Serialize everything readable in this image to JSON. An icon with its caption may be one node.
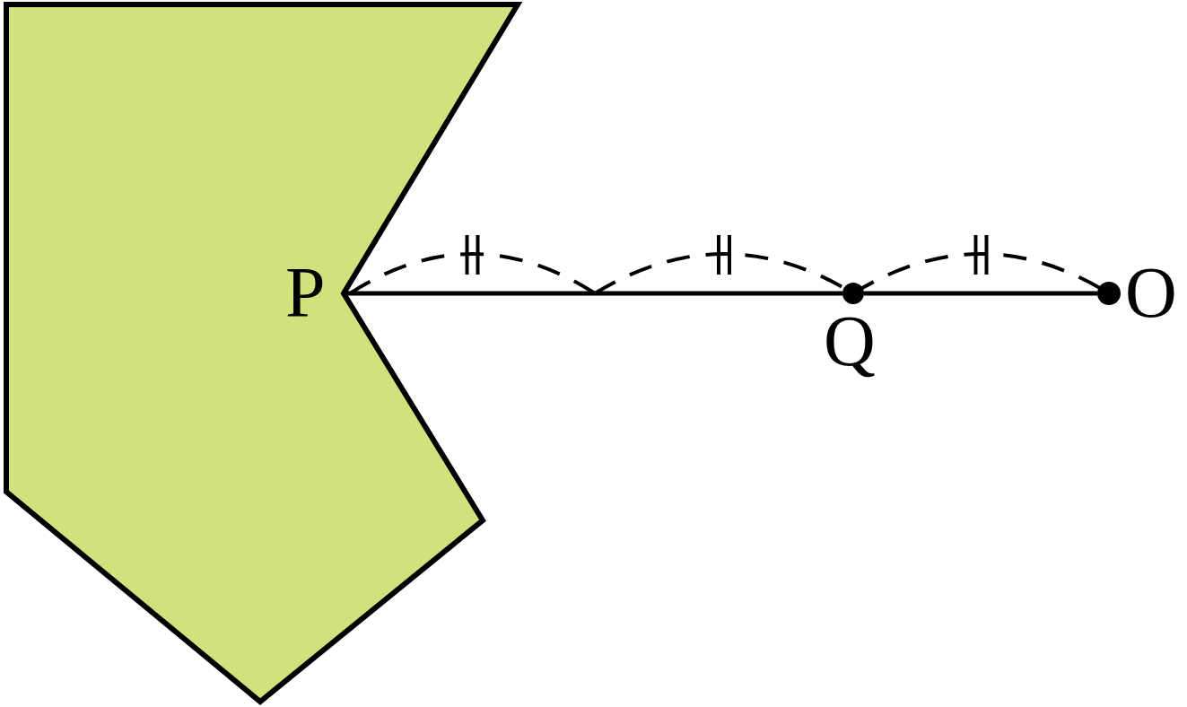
{
  "diagram": {
    "nodes": [
      {
        "text": [
          "P"
        ]
      },
      {
        "text": [],
        "shape": "circle",
        "beside": [
          "Q"
        ]
      },
      {
        "text": [],
        "shape": "circle",
        "beside": [
          "O"
        ]
      }
    ],
    "edges": [
      {
        "from": 0,
        "to": 1,
        "arrow": "none"
      },
      {
        "from": 1,
        "to": 2,
        "arrow": "none"
      }
    ]
  }
}
